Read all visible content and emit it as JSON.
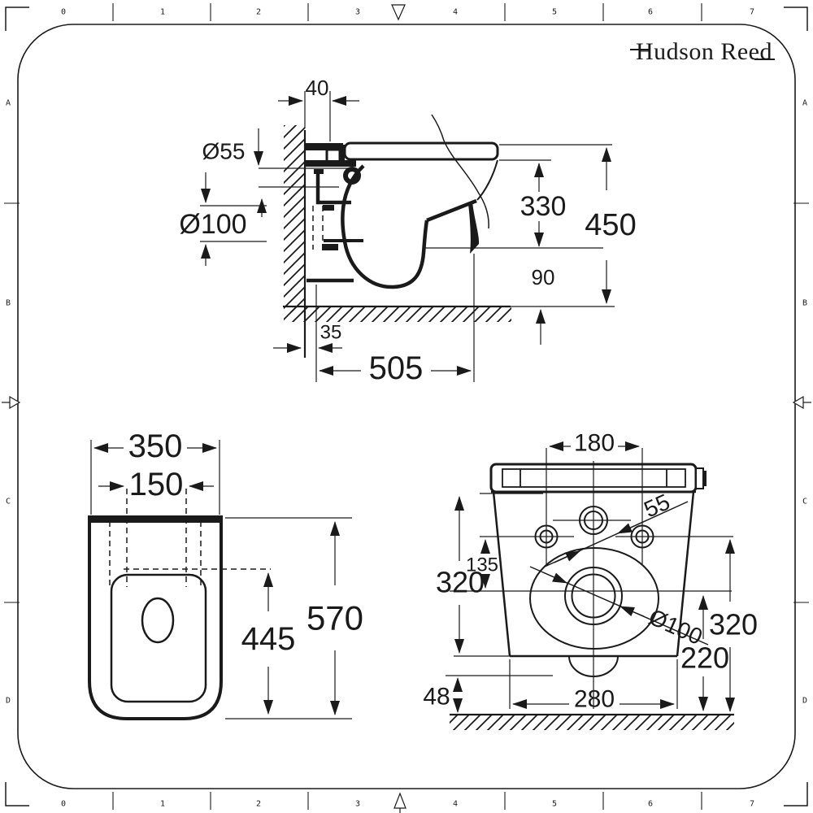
{
  "sheet": {
    "brand": "Hudson Reed",
    "horizontal_scale_labels": [
      "0",
      "1",
      "2",
      "3",
      "4",
      "5",
      "6",
      "7"
    ],
    "vertical_scale_labels": [
      "A",
      "B",
      "C",
      "D"
    ]
  },
  "colors": {
    "ink": "#1a1a1a",
    "paper": "#ffffff"
  },
  "views": {
    "side": {
      "dims": {
        "wall_offset": "40",
        "inlet_diameter": "Ø55",
        "outlet_diameter": "Ø100",
        "seat_to_outlet": "330",
        "overall_height": "450",
        "outlet_to_floor": "90",
        "wall_clearance": "35",
        "projection": "505"
      }
    },
    "plan": {
      "dims": {
        "width": "350",
        "fixing_centres": "150",
        "bowl_depth": "445",
        "projection": "570"
      }
    },
    "front": {
      "dims": {
        "fixing_centres": "180",
        "flush_inlet": "55",
        "inlet_drop": "135",
        "height_left": "320",
        "outlet_diameter": "Ø100",
        "height_right": "320",
        "outlet_height": "220",
        "base_clearance": "48",
        "base_width": "280"
      }
    }
  }
}
